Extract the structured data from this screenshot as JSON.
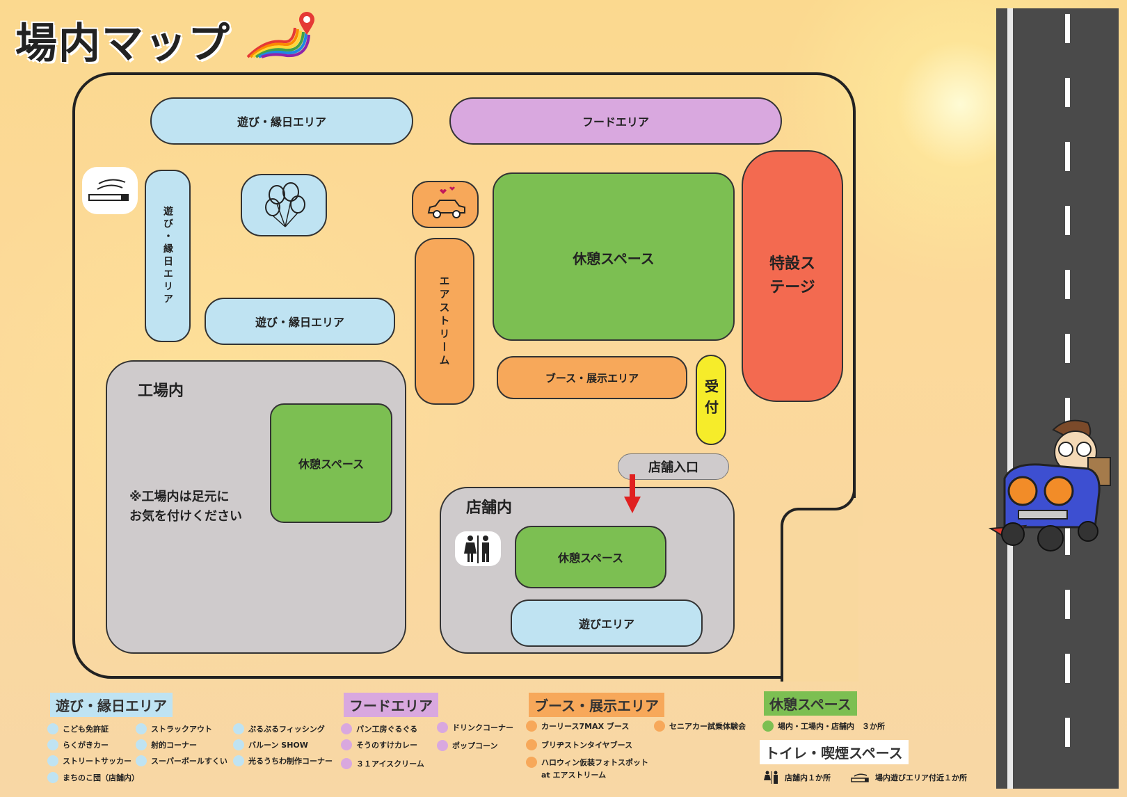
{
  "title": "場内マップ",
  "colors": {
    "play": "#bfe3f2",
    "food": "#d9a8df",
    "rest": "#7cbf52",
    "booth": "#f7a85a",
    "stage": "#f36a50",
    "reception": "#f6ec2a",
    "building": "#cfcbcc"
  },
  "map": {
    "play_area_top": "遊び・縁日エリア",
    "food_area": "フードエリア",
    "play_area_vertical": "遊び・縁日エリア",
    "play_area_middle": "遊び・縁日エリア",
    "airstream": "エアストリーム",
    "rest_space_main": "休憩スペース",
    "special_stage": "特設ステージ",
    "booth_area": "ブース・展示エリア",
    "reception": "受付",
    "store_entrance": "店舗入口",
    "factory_title": "工場内",
    "factory_rest": "休憩スペース",
    "factory_note_1": "※工場内は足元に",
    "factory_note_2": "お気を付けください",
    "store_title": "店舗内",
    "store_rest": "休憩スペース",
    "store_play": "遊びエリア"
  },
  "icons": {
    "smoking": "smoking-icon",
    "balloons": "balloons-icon",
    "car": "car-icon",
    "restroom": "restroom-icon",
    "arrow": "arrow-down-icon",
    "pin": "map-pin-icon"
  },
  "legend": {
    "play": {
      "title": "遊び・縁日エリア",
      "items": [
        "こども免許証",
        "らくがきカー",
        "ストリートサッカー",
        "まちのこ団（店舗内）",
        "ストラックアウト",
        "射的コーナー",
        "スーパーボールすくい",
        "ぷるぷるフィッシング",
        "バルーン SHOW",
        "光るうちわ制作コーナー"
      ]
    },
    "food": {
      "title": "フードエリア",
      "items": [
        "パン工房ぐるぐる",
        "そうのすけカレー",
        "３１アイスクリーム",
        "ドリンクコーナー",
        "ポップコーン"
      ]
    },
    "booth": {
      "title": "ブース・展示エリア",
      "items": [
        "カーリース7MAX ブース",
        "ブリヂストンタイヤブース",
        "ハロウィン仮装フォトスポット",
        "at エアストリーム",
        "セニアカー試乗体験会"
      ]
    },
    "rest": {
      "title": "休憩スペース",
      "items": [
        "場内・工場内・店舗内　３か所"
      ]
    },
    "toilet_smoke": {
      "title": "トイレ・喫煙スペース",
      "toilet": "店舗内１か所",
      "smoke": "場内遊びエリア付近１か所"
    }
  }
}
